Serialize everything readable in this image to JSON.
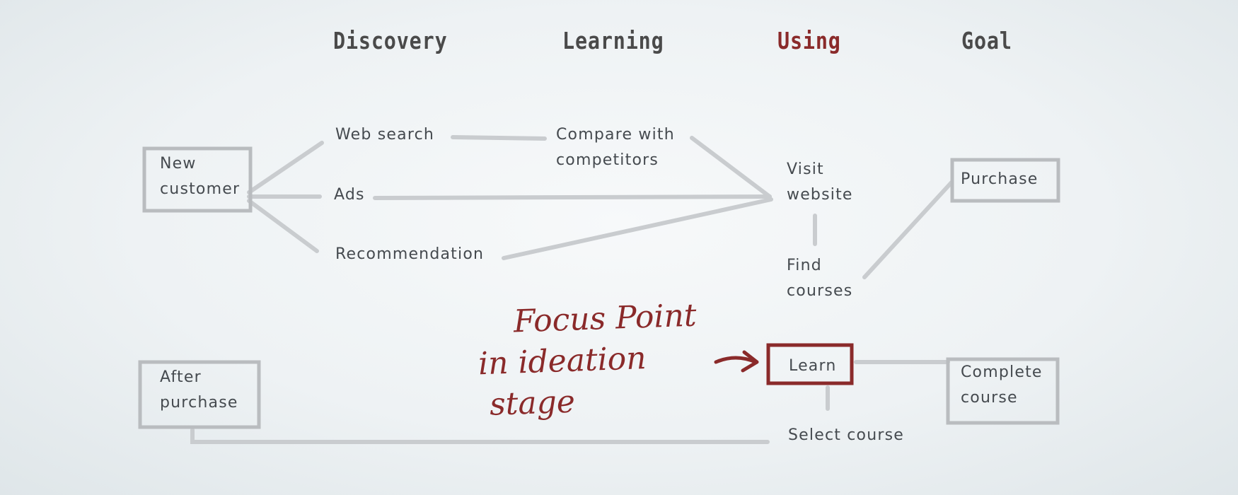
{
  "stages": [
    {
      "label": "Discovery",
      "active": false
    },
    {
      "label": "Learning",
      "active": false
    },
    {
      "label": "Using",
      "active": true
    },
    {
      "label": "Goal",
      "active": false
    }
  ],
  "nodes": {
    "new_customer": [
      "New",
      "customer"
    ],
    "web_search": "Web search",
    "ads": "Ads",
    "recommendation": "Recommendation",
    "compare": [
      "Compare with",
      "competitors"
    ],
    "visit_website": [
      "Visit",
      "website"
    ],
    "find_courses": [
      "Find",
      "courses"
    ],
    "purchase": "Purchase",
    "learn": "Learn",
    "complete_course": [
      "Complete",
      "course"
    ],
    "select_course": "Select course",
    "after_purchase": [
      "After",
      "purchase"
    ]
  },
  "annotation": {
    "lines": [
      "Focus Point",
      "in ideation",
      "stage"
    ],
    "color": "#8a2a2a"
  },
  "colors": {
    "connector": "#c9cccf",
    "box": "#b9bcbf",
    "highlight": "#8a2a2a",
    "text": "#454a4f"
  }
}
